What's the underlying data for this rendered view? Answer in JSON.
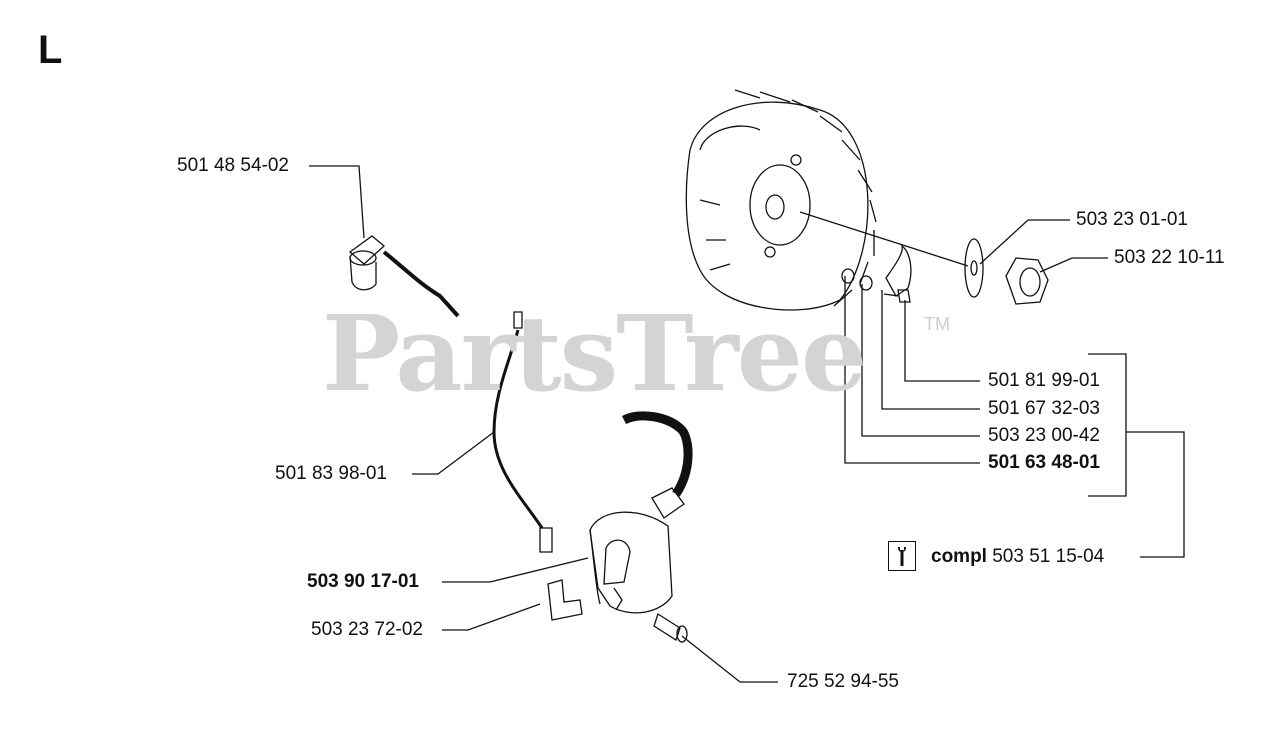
{
  "section_letter": "L",
  "watermark": {
    "text": "PartsTree",
    "trademark": "TM"
  },
  "parts": {
    "ignition_lead_cap": "501 48 54-02",
    "short_cable": "501 83 98-01",
    "ignition_module": "503 90 17-01",
    "spacer": "503 23 72-02",
    "module_screw": "725 52 94-55",
    "washer": "503 23 01-01",
    "nut": "503 22 10-11",
    "screw": "501 81 99-01",
    "pawl": "501 67 32-03",
    "spring_washer": "503 23 00-42",
    "spring": "501 63 48-01"
  },
  "kit": {
    "prefix": "compl",
    "number": "503 51 15-04",
    "icon": "wrench-icon"
  }
}
